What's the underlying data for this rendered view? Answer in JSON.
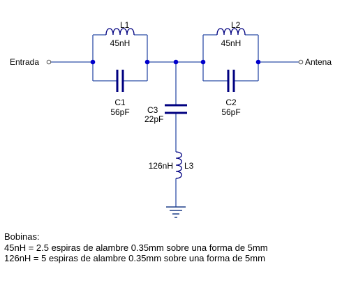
{
  "colors": {
    "wire": "#2f4fa8",
    "node": "#0000cc",
    "component": "#000080",
    "text": "#000000",
    "ground": "#1e3f88"
  },
  "labels": {
    "input": "Entrada",
    "output": "Antena",
    "l1_name": "L1",
    "l1_value": "45nH",
    "c1_name": "C1",
    "c1_value": "56pF",
    "l2_name": "L2",
    "l2_value": "45nH",
    "c2_name": "C2",
    "c2_value": "56pF",
    "c3_name": "C3",
    "c3_value": "22pF",
    "l3_name": "L3",
    "l3_value": "126nH"
  },
  "notes": {
    "title": "Bobinas:",
    "line1": "45nH = 2.5 espiras de alambre 0.35mm sobre una forma de 5mm",
    "line2": "126nH = 5 espiras de alambre 0.35mm sobre una forma de 5mm"
  }
}
